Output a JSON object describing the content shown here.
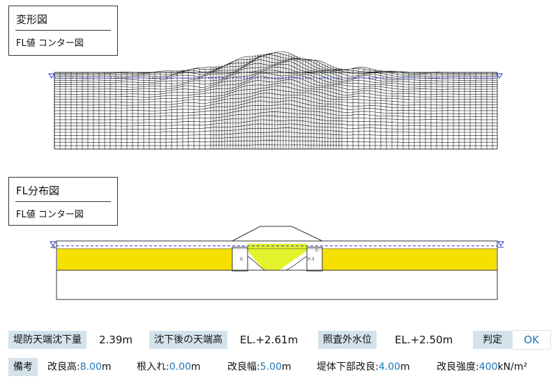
{
  "panel1": {
    "title": "変形図",
    "subtitle": "FL値 コンター図"
  },
  "panel2": {
    "title": "FL分布図",
    "subtitle": "FL値 コンター図"
  },
  "fl_labels": {
    "left_edge": "0.",
    "left_box": "0.",
    "right_box": "0.3",
    "right_top": "0."
  },
  "results": {
    "settlement_label": "堤防天端沈下量",
    "settlement_value": "2.39m",
    "crest_label": "沈下後の天端高",
    "crest_value": "EL.+2.61m",
    "water_label": "照査外水位",
    "water_value": "EL.+2.50m",
    "judge_label": "判定",
    "judge_value": "OK"
  },
  "notes": {
    "label": "備考",
    "h_label": "改良高:",
    "h_num": "8.00",
    "h_unit": "m",
    "root_label": "根入れ:",
    "root_num": "0.00",
    "root_unit": "m",
    "width_label": "改良幅:",
    "width_num": "5.00",
    "width_unit": "m",
    "below_label": "堤体下部改良:",
    "below_num": "4.00",
    "below_unit": "m",
    "strength_label": "改良強度:",
    "strength_num": "400",
    "strength_unit": "kN/m²"
  },
  "colors": {
    "liquefiable": "#f5e000",
    "center_zone": "#e3f22a",
    "water_line": "#2233cc",
    "chip": "#d4e3eb",
    "accent": "#1a77b8"
  }
}
